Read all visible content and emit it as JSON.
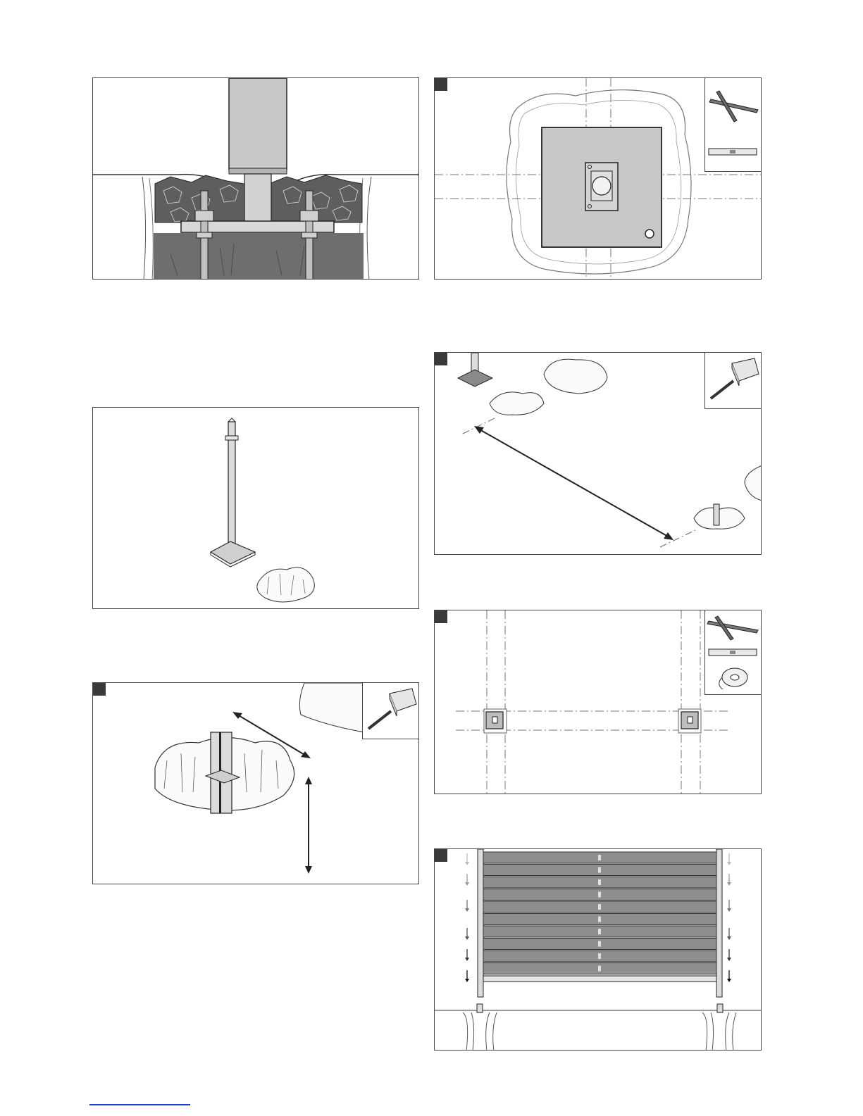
{
  "page": {
    "steps": [
      {
        "id": "post-in-foundation",
        "has_step_badge": false
      },
      {
        "id": "plate-alignment",
        "has_step_badge": true,
        "tools": [
          "crossed-bars-icon",
          "spirit-level-icon"
        ]
      },
      {
        "id": "anchor-post",
        "has_step_badge": false
      },
      {
        "id": "post-distance",
        "has_step_badge": true,
        "tools": [
          "tape-measure-icon"
        ]
      },
      {
        "id": "hole-depth-measure",
        "has_step_badge": true,
        "tools": [
          "tape-measure-icon"
        ]
      },
      {
        "id": "string-line-layout",
        "has_step_badge": true,
        "tools": [
          "crossed-bars-icon",
          "spirit-level-icon",
          "string-reel-icon"
        ]
      },
      {
        "id": "panel-insert",
        "has_step_badge": true
      }
    ],
    "colors": {
      "concrete": "#6e6e6e",
      "gravel": "#5a5a5a",
      "steel": "#c8c8c8",
      "outline": "#222222",
      "footer_link": "#1a3fd6"
    }
  }
}
